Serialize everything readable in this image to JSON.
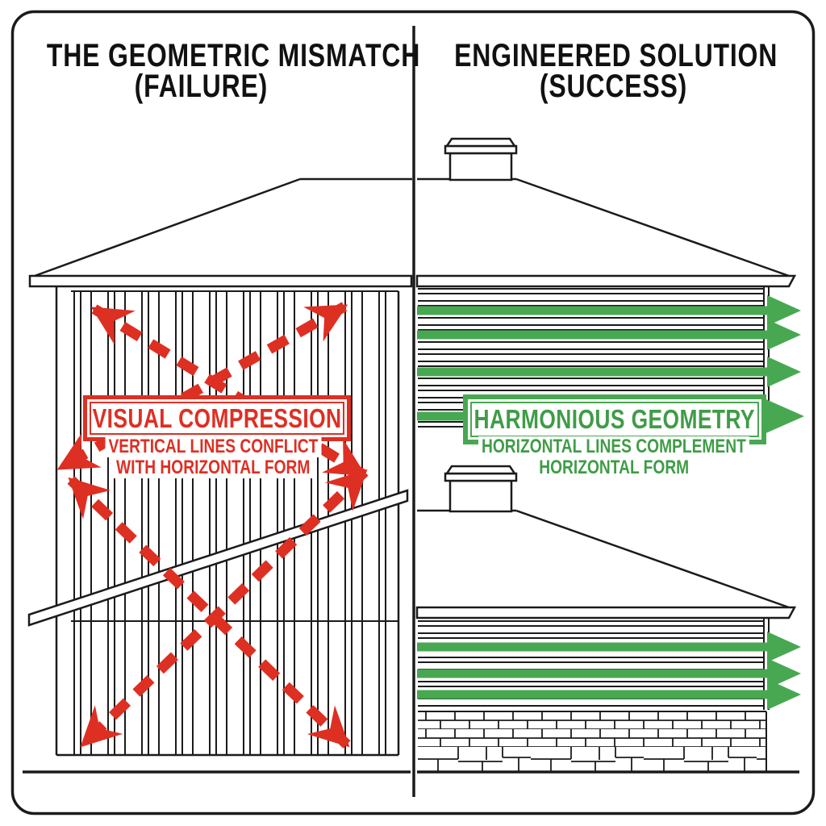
{
  "left_panel": {
    "title_line1": "THE GEOMETRIC MISMATCH",
    "title_line2": "(FAILURE)",
    "label": "VISUAL COMPRESSION",
    "subtitle_line1": "VERTICAL LINES CONFLICT",
    "subtitle_line2": "WITH HORIZONTAL FORM"
  },
  "right_panel": {
    "title_line1": "ENGINEERED SOLUTION",
    "title_line2": "(SUCCESS)",
    "label": "HARMONIOUS GEOMETRY",
    "subtitle_line1": "HORIZONTAL LINES COMPLEMENT",
    "subtitle_line2": "HORIZONTAL FORM"
  },
  "colors": {
    "failure_red": "#DE2F23",
    "success_green": "#48A852",
    "success_green_dark": "#3F9C47",
    "ink": "#1B1B1B"
  }
}
